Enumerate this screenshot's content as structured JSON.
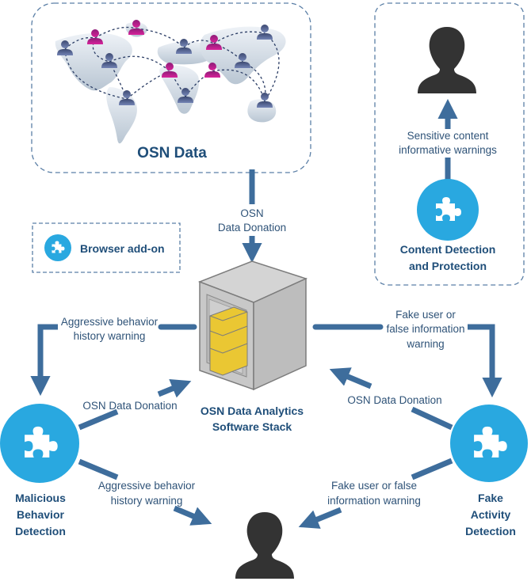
{
  "colors": {
    "arrow": "#3e6d9c",
    "dashed_border": "#5b7fa6",
    "puzzle_circle": "#29a8e0",
    "user_silhouette": "#333333",
    "title_text": "#1f4e79",
    "label_text": "#2f5378",
    "server_gray": "#c8c8c8",
    "drawer_yellow": "#eac733",
    "map_land": "#d5dde6",
    "person_male": "#5a6b9a",
    "person_female": "#c21a8a"
  },
  "osn_data_panel": {
    "title": "OSN Data"
  },
  "content_panel": {
    "arrow_label_line1": "Sensitive content",
    "arrow_label_line2": "informative warnings",
    "node_label_line1": "Content Detection",
    "node_label_line2": "and Protection"
  },
  "legend": {
    "label": "Browser add-on",
    "icon": "puzzle-icon"
  },
  "top_arrow": {
    "label_line1": "OSN",
    "label_line2": "Data Donation"
  },
  "server": {
    "label_line1": "OSN Data Analytics",
    "label_line2": "Software Stack"
  },
  "left_node": {
    "label_line1": "Malicious",
    "label_line2": "Behavior",
    "label_line3": "Detection",
    "warning_in_line1": "Aggressive behavior",
    "warning_in_line2": "history warning",
    "donation_label": "OSN Data Donation",
    "warning_out_line1": "Aggressive behavior",
    "warning_out_line2": "history warning"
  },
  "right_node": {
    "label_line1": "Fake",
    "label_line2": "Activity",
    "label_line3": "Detection",
    "warning_in_line1": "Fake user or",
    "warning_in_line2": "false information",
    "warning_in_line3": "warning",
    "donation_label": "OSN Data Donation",
    "warning_out_line1": "Fake user or false",
    "warning_out_line2": "information warning"
  }
}
